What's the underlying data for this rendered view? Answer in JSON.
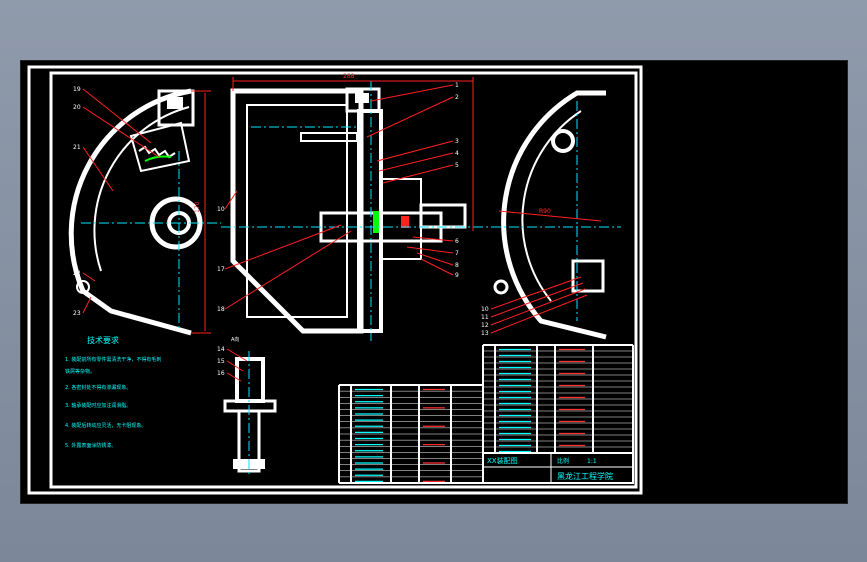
{
  "colors": {
    "background": "#000000",
    "frame": "#ffffff",
    "center_line": "#00e5ff",
    "leader": "#ff2020",
    "dimension": "#ff2020",
    "text_cyan": "#00ffff",
    "text_white": "#ffffff",
    "text_red": "#ff3030",
    "accent_green": "#00ff00"
  },
  "notes": {
    "title": "技术要求",
    "lines": [
      "1. 装配前所有零件需清洗干净，不得有毛刺",
      "   铁屑等杂物。",
      "2. 各密封处不得有渗漏现象。",
      "3. 轴承装配时应加注润滑脂。",
      "4. 装配后转动应灵活，无卡阻现象。",
      "5. 外露表面涂防锈漆。"
    ]
  },
  "balloons": {
    "left_view": [
      "19",
      "20",
      "21",
      "22",
      "23"
    ],
    "main_view": [
      "1",
      "2",
      "3",
      "4",
      "5",
      "6",
      "7",
      "8",
      "9",
      "10",
      "17",
      "18"
    ],
    "right_view": [
      "10",
      "11",
      "12",
      "13"
    ],
    "detail": [
      "14",
      "15",
      "16"
    ]
  },
  "dimensions": {
    "top_overall": "288",
    "left_height": "170",
    "right_radius": "R90"
  },
  "title_block": {
    "company": "黑龙江工程学院",
    "drawing_name": "XX装配图",
    "scale_label": "比例",
    "scale_value": "1:1"
  },
  "detail_label": "A向"
}
